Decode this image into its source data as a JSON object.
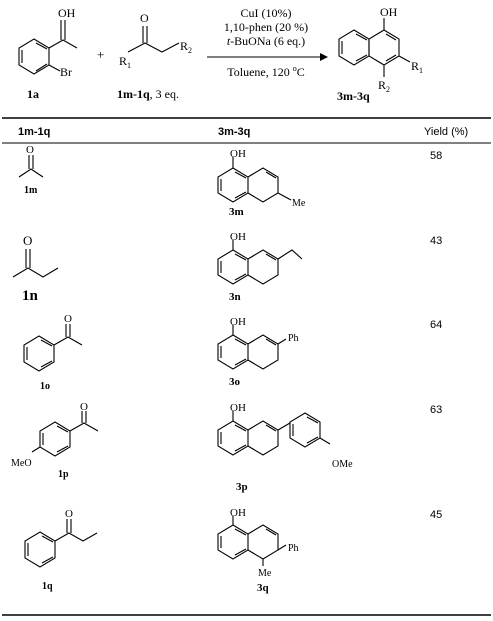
{
  "scheme": {
    "reactant_1": {
      "label": "1a",
      "substituent": "Br"
    },
    "plus": "+",
    "reactant_2": {
      "label": "1m-1q",
      "equiv": ", 3 eq.",
      "r1": "R",
      "r1_sub": "1",
      "r2": "R",
      "r2_sub": "2",
      "carbonyl_o": "O"
    },
    "conditions": {
      "line1": "CuI (10%)",
      "line2": "1,10-phen (20 %)",
      "line3_italic": "t",
      "line3_rest": "-BuONa (6 eq.)",
      "line4": "Toluene, 120 ",
      "deg": "o",
      "unit": "C"
    },
    "product": {
      "label": "3m-3q",
      "oh": "OH",
      "r1": "R",
      "r1_sub": "1",
      "r2": "R",
      "r2_sub": "2"
    }
  },
  "table": {
    "headers": [
      "1m-1q",
      "3m-3q",
      "Yield (%)"
    ],
    "rows": [
      {
        "reactant": "1m",
        "product": "3m",
        "substituent": "Me",
        "yield": "58",
        "o": "O",
        "oh": "OH"
      },
      {
        "reactant": "1n",
        "product": "3n",
        "substituent": "",
        "yield": "43",
        "o": "O",
        "oh": "OH"
      },
      {
        "reactant": "1o",
        "product": "3o",
        "substituent": "Ph",
        "yield": "64",
        "o": "O",
        "oh": "OH"
      },
      {
        "reactant": "1p",
        "product": "3p",
        "substituent": "OMe",
        "prefix": "MeO",
        "yield": "63",
        "o": "O",
        "oh": "OH"
      },
      {
        "reactant": "1q",
        "product": "3q",
        "substituent": "Ph",
        "substituent_2": "Me",
        "yield": "45",
        "o": "O",
        "oh": "OH"
      }
    ]
  }
}
